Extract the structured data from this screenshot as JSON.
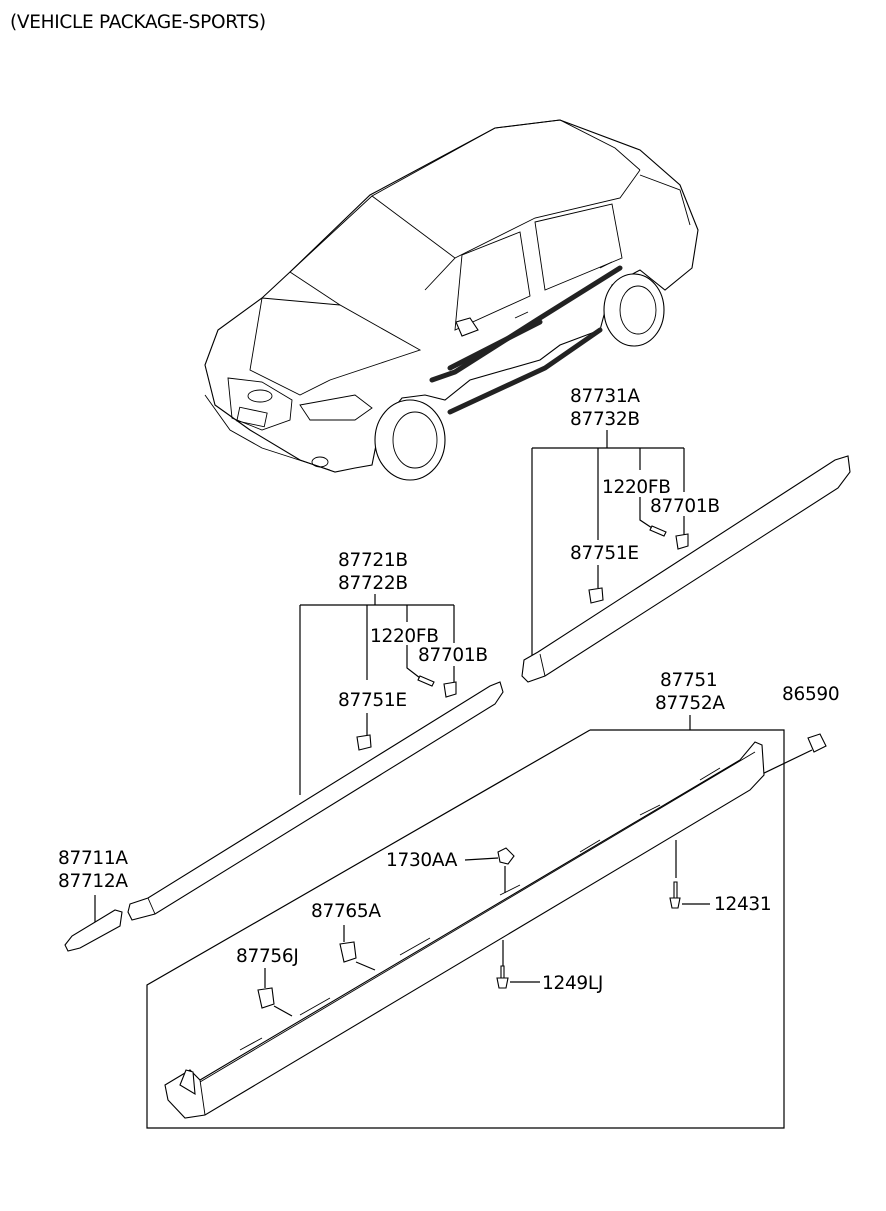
{
  "title": "(VEHICLE PACKAGE-SPORTS)",
  "labels": {
    "p87731A": "87731A",
    "p87732B": "87732B",
    "p1220FB_r": "1220FB",
    "p87701B_r": "87701B",
    "p87751E_r": "87751E",
    "p87721B": "87721B",
    "p87722B": "87722B",
    "p1220FB_l": "1220FB",
    "p87701B_l": "87701B",
    "p87751E_l": "87751E",
    "p87751": "87751",
    "p87752A": "87752A",
    "p86590": "86590",
    "p87711A": "87711A",
    "p87712A": "87712A",
    "p1730AA": "1730AA",
    "p12431": "12431",
    "p87765A": "87765A",
    "p87756J": "87756J",
    "p1249LJ": "1249LJ"
  }
}
